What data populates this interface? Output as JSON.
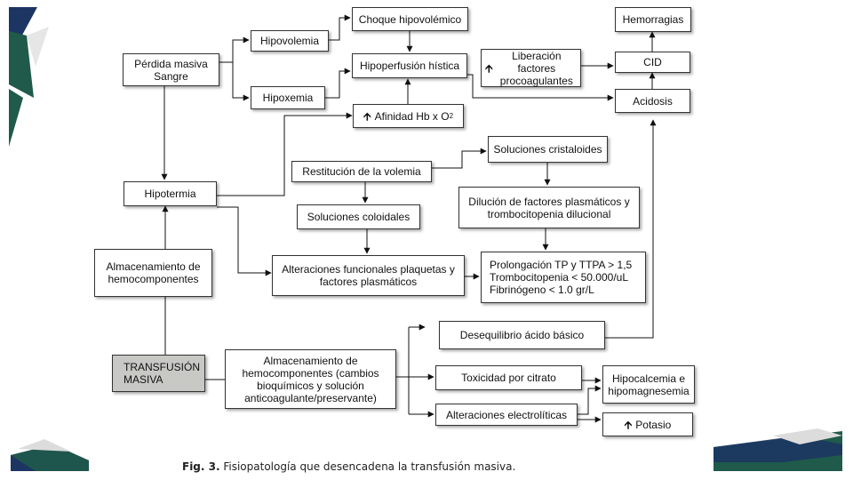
{
  "colors": {
    "dark_teal": "#1f5a4a",
    "navy": "#1c3563",
    "gray_box": "#c8c8c4"
  },
  "nodes": {
    "perdida": "Pérdida masiva\nSangre",
    "hipovolemia": "Hipovolemia",
    "hipoxemia": "Hipoxemia",
    "choque": "Choque hipovolémico",
    "hipoperfusion": "Hipoperfusión hística",
    "afinidad": "Afinidad Hb x O",
    "afinidad_sub": "2",
    "liberacion": "Liberación factores\nprocoagulantes",
    "hemorragias": "Hemorragias",
    "cid": "CID",
    "acidosis": "Acidosis",
    "hipotermia": "Hipotermia",
    "restitucion": "Restitución de la volemia",
    "coloidales": "Soluciones coloidales",
    "cristaloides": "Soluciones cristaloides",
    "dilucion": "Dilución de factores plasmáticos y\ntrombocitopenia dilucional",
    "almacenamiento1": "Almacenamiento de\nhemocomponentes",
    "alteraciones": "Alteraciones funcionales plaquetas y\nfactores plasmáticos",
    "prolongacion": "Prolongación TP y TTPA > 1,5\nTrombocitopenia < 50.000/uL\nFibrinógeno < 1.0 gr/L",
    "transfusion": "TRANSFUSIÓN\nMASIVA",
    "almacenamiento2": "Almacenamiento de\nhemocomponentes (cambios\nbioquímicos y solución\nanticoagulante/preservante)",
    "desequilibrio": "Desequilibrio ácido básico",
    "toxicidad": "Toxicidad por citrato",
    "electroliticas": "Alteraciones electrolíticas",
    "hipocalcemia": "Hipocalcemia e\nhipomagnesemia",
    "potasio": "Potasio"
  },
  "caption": {
    "label": "Fig. 3.",
    "text": " Fisiopatología que desencadena la transfusión masiva."
  }
}
